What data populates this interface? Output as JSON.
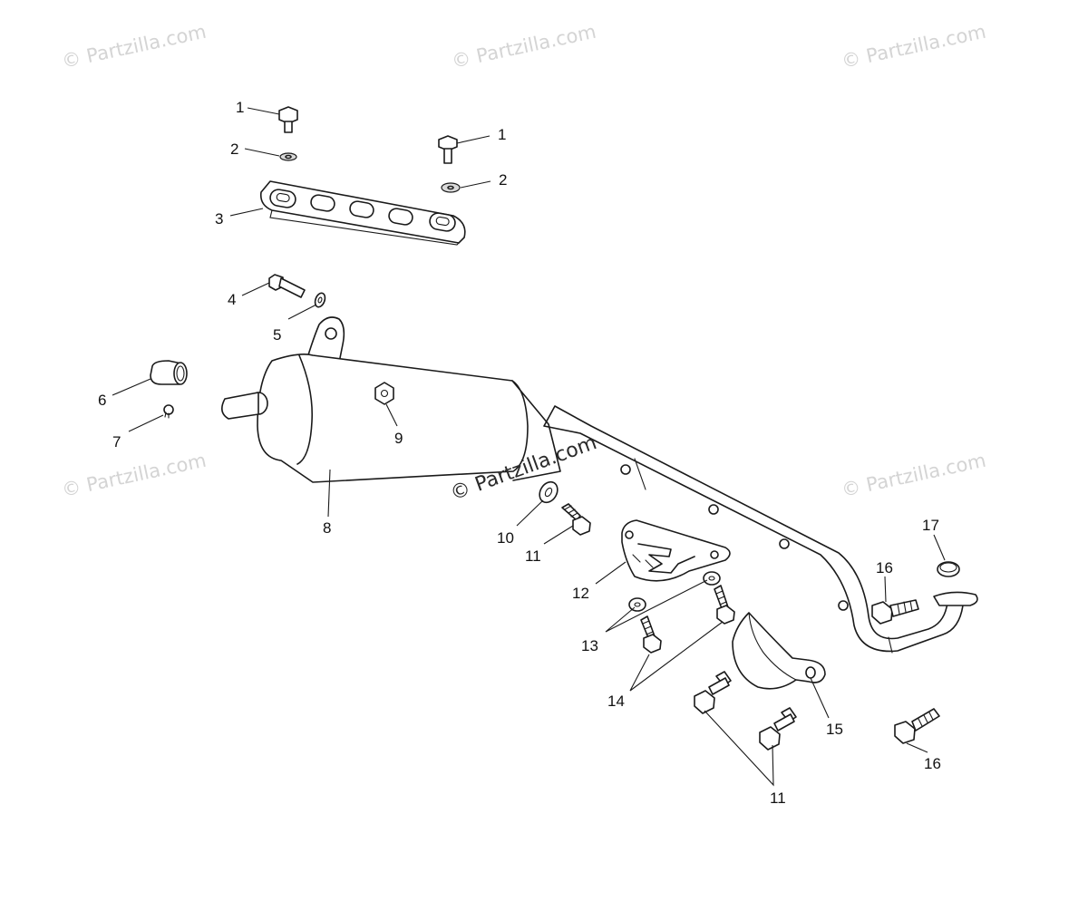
{
  "watermark": "© Partzilla.com",
  "callouts": {
    "c1a": "1",
    "c1b": "1",
    "c2a": "2",
    "c2b": "2",
    "c3": "3",
    "c4": "4",
    "c5": "5",
    "c6": "6",
    "c7": "7",
    "c8": "8",
    "c9": "9",
    "c10": "10",
    "c11a": "11",
    "c11b": "11",
    "c12": "12",
    "c13": "13",
    "c14": "14",
    "c15": "15",
    "c16a": "16",
    "c16b": "16",
    "c17": "17"
  }
}
